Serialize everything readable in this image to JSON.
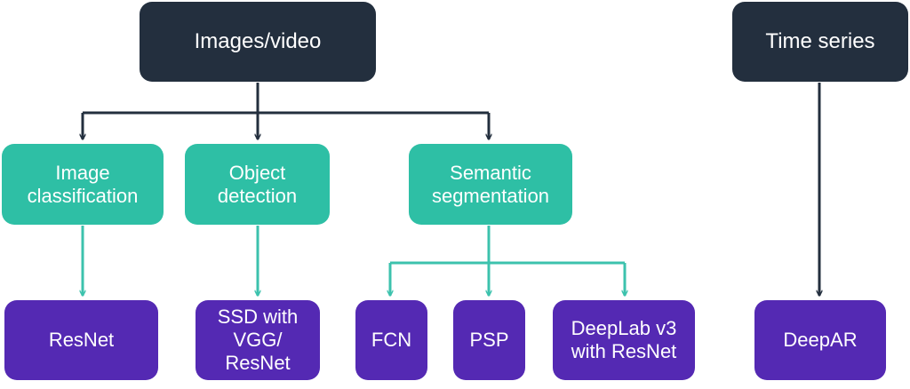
{
  "colors": {
    "dark": "#232f3e",
    "teal": "#2ebfa5",
    "purple": "#5429b3",
    "dark_arrow": "#232f3e",
    "teal_arrow": "#3cc2ad"
  },
  "roots": {
    "images_video": "Images/video",
    "time_series": "Time series"
  },
  "tasks": {
    "image_classification": [
      "Image",
      "classification"
    ],
    "object_detection": [
      "Object",
      "detection"
    ],
    "semantic_segmentation": [
      "Semantic",
      "segmentation"
    ]
  },
  "algorithms": {
    "resnet": "ResNet",
    "ssd": [
      "SSD with",
      "VGG/",
      "ResNet"
    ],
    "fcn": "FCN",
    "psp": "PSP",
    "deeplab": [
      "DeepLab v3",
      "with ResNet"
    ],
    "deepar": "DeepAR"
  }
}
